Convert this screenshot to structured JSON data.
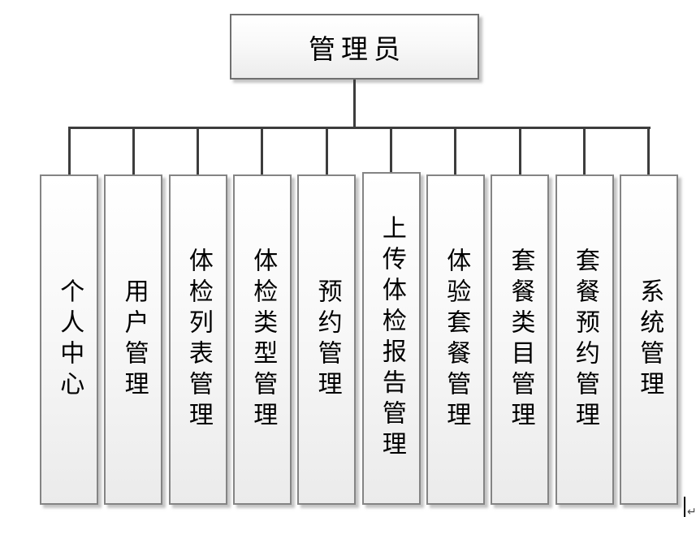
{
  "diagram": {
    "root": "管理员",
    "children": [
      "个人中心",
      "用户管理",
      "体检列表管理",
      "体检类型管理",
      "预约管理",
      "上传体检报告管理",
      "体验套餐管理",
      "套餐类目管理",
      "套餐预约管理",
      "系统管理"
    ],
    "paragraph_mark": "↵",
    "colors": {
      "connector_line": "#3d3d3d",
      "box_border": "#848484",
      "box_fill_top": "#ffffff",
      "box_fill_bottom": "#ebebeb",
      "shadow": "#a5a5a5",
      "background": "#ffffff",
      "text": "#000000"
    }
  }
}
